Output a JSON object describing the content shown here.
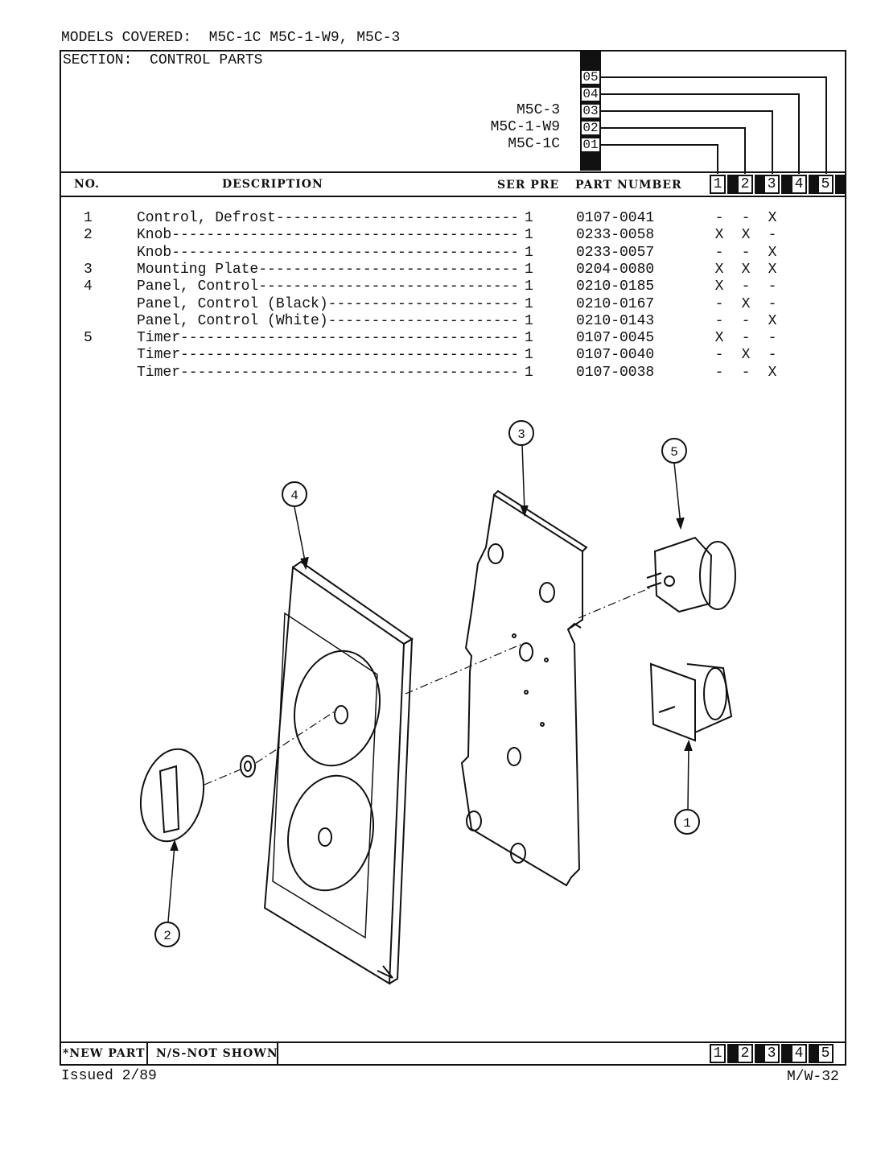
{
  "header": {
    "models_covered": "MODELS COVERED:  M5C-1C M5C-1-W9, M5C-3",
    "section": "SECTION:  CONTROL PARTS"
  },
  "model_map": [
    {
      "code": "05",
      "model": ""
    },
    {
      "code": "04",
      "model": ""
    },
    {
      "code": "03",
      "model": "M5C-3"
    },
    {
      "code": "02",
      "model": "M5C-1-W9"
    },
    {
      "code": "01",
      "model": "M5C-1C"
    }
  ],
  "columns": {
    "no": "NO.",
    "description": "DESCRIPTION",
    "ser_pre": "SER PRE",
    "part_number": "PART NUMBER",
    "model_cols": [
      "1",
      "2",
      "3",
      "4",
      "5"
    ]
  },
  "parts": [
    {
      "no": "1",
      "description": "Control, Defrost-----------------------------------",
      "qty": "1",
      "part_number": "0107-0041",
      "m1": "-",
      "m2": "-",
      "m3": "X"
    },
    {
      "no": "2",
      "description": "Knob-----------------------------------------------",
      "qty": "1",
      "part_number": "0233-0058",
      "m1": "X",
      "m2": "X",
      "m3": "-"
    },
    {
      "no": "",
      "description": "Knob-----------------------------------------------",
      "qty": "1",
      "part_number": "0233-0057",
      "m1": "-",
      "m2": "-",
      "m3": "X"
    },
    {
      "no": "3",
      "description": "Mounting Plate-------------------------------------",
      "qty": "1",
      "part_number": "0204-0080",
      "m1": "X",
      "m2": "X",
      "m3": "X"
    },
    {
      "no": "4",
      "description": "Panel, Control-------------------------------------",
      "qty": "1",
      "part_number": "0210-0185",
      "m1": "X",
      "m2": "-",
      "m3": "-"
    },
    {
      "no": "",
      "description": "Panel, Control (Black)-----------------------------",
      "qty": "1",
      "part_number": "0210-0167",
      "m1": "-",
      "m2": "X",
      "m3": "-"
    },
    {
      "no": "",
      "description": "Panel, Control (White)-----------------------------",
      "qty": "1",
      "part_number": "0210-0143",
      "m1": "-",
      "m2": "-",
      "m3": "X"
    },
    {
      "no": "5",
      "description": "Timer----------------------------------------------",
      "qty": "1",
      "part_number": "0107-0045",
      "m1": "X",
      "m2": "-",
      "m3": "-"
    },
    {
      "no": "",
      "description": "Timer----------------------------------------------",
      "qty": "1",
      "part_number": "0107-0040",
      "m1": "-",
      "m2": "X",
      "m3": "-"
    },
    {
      "no": "",
      "description": "Timer----------------------------------------------",
      "qty": "1",
      "part_number": "0107-0038",
      "m1": "-",
      "m2": "-",
      "m3": "X"
    }
  ],
  "callouts": [
    "1",
    "2",
    "3",
    "4",
    "5"
  ],
  "footer": {
    "new_part": "*NEW PART",
    "not_shown": "N/S-NOT SHOWN",
    "model_cols": [
      "1",
      "2",
      "3",
      "4",
      "5"
    ],
    "issued": "Issued 2/89",
    "page_code": "M/W-32"
  }
}
